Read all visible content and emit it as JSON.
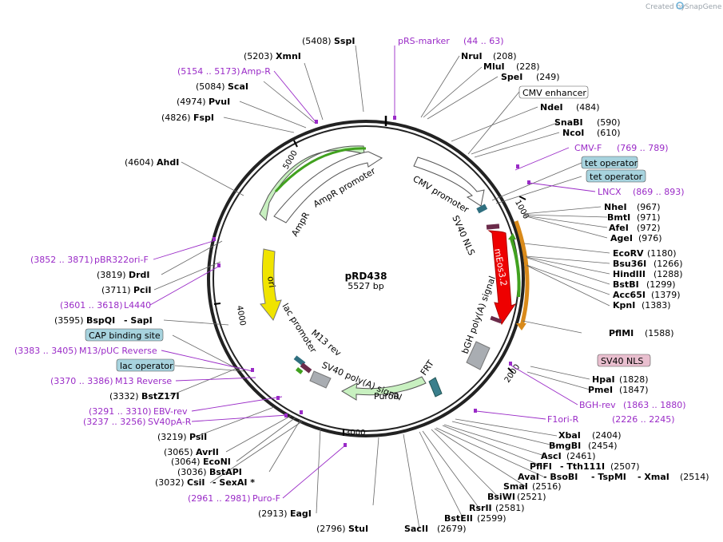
{
  "watermark": {
    "created_by": "Created by",
    "brand": "SnapGene"
  },
  "plasmid": {
    "name": "pRD438",
    "size": "5527 bp",
    "length_bp": 5527
  },
  "ticks": [
    "1000",
    "2000",
    "3000",
    "4000",
    "5000"
  ],
  "features_on_map": {
    "cmv_promoter": "CMV promoter",
    "sv40_nls": "SV40 NLS",
    "meos": "mEos3.2",
    "bgh": "bGH poly(A) signal",
    "frt": "FRT",
    "puror": "PuroR",
    "sv40_polya": "SV40 poly(A) signal",
    "m13_rev": "M13 rev",
    "lac_promoter": "lac promoter",
    "ori": "ori",
    "ampr": "AmpR",
    "ampr_promoter": "AmpR promoter"
  },
  "boxed": {
    "cmv_enhancer": "CMV enhancer",
    "tet1": "tet operator",
    "tet2": "tet operator",
    "sv40_nls_box": "SV40 NLS",
    "cap_site": "CAP binding site",
    "lac_op": "lac operator"
  },
  "labels": {
    "ssp": {
      "pos": "(5408)",
      "name": "SspI"
    },
    "xmn": {
      "pos": "(5203)",
      "name": "XmnI"
    },
    "sca": {
      "pos": "(5084)",
      "name": "ScaI"
    },
    "pvu": {
      "pos": "(4974)",
      "name": "PvuI"
    },
    "fsp": {
      "pos": "(4826)",
      "name": "FspI"
    },
    "ahd": {
      "pos": "(4604)",
      "name": "AhdI"
    },
    "drd": {
      "pos": "(3819)",
      "name": "DrdI"
    },
    "pci": {
      "pos": "(3711)",
      "name": "PciI"
    },
    "bsp": {
      "pos": "(3595)",
      "name": "BspQI",
      "name2": "- SapI"
    },
    "bstz": {
      "pos": "(3332)",
      "name": "BstZ17I"
    },
    "psi": {
      "pos": "(3219)",
      "name": "PsiI"
    },
    "avr": {
      "pos": "(3065)",
      "name": "AvrII"
    },
    "eco": {
      "pos": "(3064)",
      "name": "EcoNI"
    },
    "bstapi": {
      "pos": "(3036)",
      "name": "BstAPI"
    },
    "csi": {
      "pos": "(3032)",
      "name": "CsiI",
      "name2": "- SexAI *"
    },
    "eag": {
      "pos": "(2913)",
      "name": "EagI"
    },
    "stu": {
      "pos": "(2796)",
      "name": "StuI"
    },
    "sac": {
      "name": "SacII",
      "pos": "(2679)"
    },
    "bsteii": {
      "name": "BstEII",
      "pos": "(2599)"
    },
    "rsr": {
      "name": "RsrII",
      "pos": "(2581)"
    },
    "bsiwi": {
      "name": "BsiWI",
      "pos": "(2521)"
    },
    "sma": {
      "name": "SmaI",
      "pos": "(2516)"
    },
    "pflfi": {
      "name": "PflFI",
      "name2": "- Tth111I",
      "pos": "(2507)"
    },
    "asc": {
      "name": "AscI",
      "pos": "(2461)"
    },
    "bmgbi": {
      "name": "BmgBI",
      "pos": "(2454)"
    },
    "xba": {
      "name": "XbaI",
      "pos": "(2404)"
    },
    "ava": {
      "name": "AvaI",
      "name2": "- BsoBI",
      "name3": "- TspMI",
      "name4": "- XmaI",
      "pos": "(2514)"
    },
    "pme": {
      "name": "PmeI",
      "pos": "(1847)"
    },
    "hpa": {
      "name": "HpaI",
      "pos": "(1828)"
    },
    "pflmi": {
      "name": "PflMI",
      "pos": "(1588)"
    },
    "kpn": {
      "name": "KpnI",
      "pos": "(1383)"
    },
    "acc": {
      "name": "Acc65I",
      "pos": "(1379)"
    },
    "bstbi": {
      "name": "BstBI",
      "pos": "(1299)"
    },
    "hind": {
      "name": "HindIII",
      "pos": "(1288)"
    },
    "bsu": {
      "name": "Bsu36I",
      "pos": "(1266)"
    },
    "ecorv": {
      "name": "EcoRV",
      "pos": "(1180)"
    },
    "age": {
      "name": "AgeI",
      "pos": "(976)"
    },
    "afe": {
      "name": "AfeI",
      "pos": "(972)"
    },
    "bmt": {
      "name": "BmtI",
      "pos": "(971)"
    },
    "nhe": {
      "name": "NheI",
      "pos": "(967)"
    },
    "nco": {
      "name": "NcoI",
      "pos": "(610)"
    },
    "snab": {
      "name": "SnaBI",
      "pos": "(590)"
    },
    "nde": {
      "name": "NdeI",
      "pos": "(484)"
    },
    "spe": {
      "name": "SpeI",
      "pos": "(249)"
    },
    "mlu": {
      "name": "MluI",
      "pos": "(228)"
    },
    "nru": {
      "name": "NruI",
      "pos": "(208)"
    }
  },
  "primers": {
    "prs": {
      "name": "pRS-marker",
      "range": "(44 .. 63)"
    },
    "ampr": {
      "range": "(5154 .. 5173)",
      "name": "Amp-R"
    },
    "cmvf": {
      "name": "CMV-F",
      "range": "(769 .. 789)"
    },
    "lncx": {
      "name": "LNCX",
      "range": "(869 .. 893)"
    },
    "bghrev": {
      "name": "BGH-rev",
      "range": "(1863 .. 1880)"
    },
    "f1ori": {
      "name": "F1ori-R",
      "range": "(2226 .. 2245)"
    },
    "pbr": {
      "range": "(3852 .. 3871)",
      "name": "pBR322ori-F"
    },
    "l4440": {
      "range": "(3601 .. 3618)",
      "name": "L4440"
    },
    "m13puc": {
      "range": "(3383 .. 3405)",
      "name": "M13/pUC Reverse"
    },
    "m13r": {
      "range": "(3370 .. 3386)",
      "name": "M13 Reverse"
    },
    "ebv": {
      "range": "(3291 .. 3310)",
      "name": "EBV-rev"
    },
    "sv40pa": {
      "range": "(3237 .. 3256)",
      "name": "SV40pA-R"
    },
    "purof": {
      "range": "(2961 .. 2981)",
      "name": "Puro-F"
    }
  },
  "colors": {
    "primer": "#9a2bc7",
    "meos": "#ee0000",
    "ori": "#f0e400",
    "ampr": "#c8f0c0",
    "frt": "#3a7f8c",
    "polya": "#a9adb2",
    "orf_green": "#41a11f",
    "orf_orange": "#d98a1a",
    "box_blue": "#a7d3de",
    "box_pink": "#e9bfcf"
  }
}
